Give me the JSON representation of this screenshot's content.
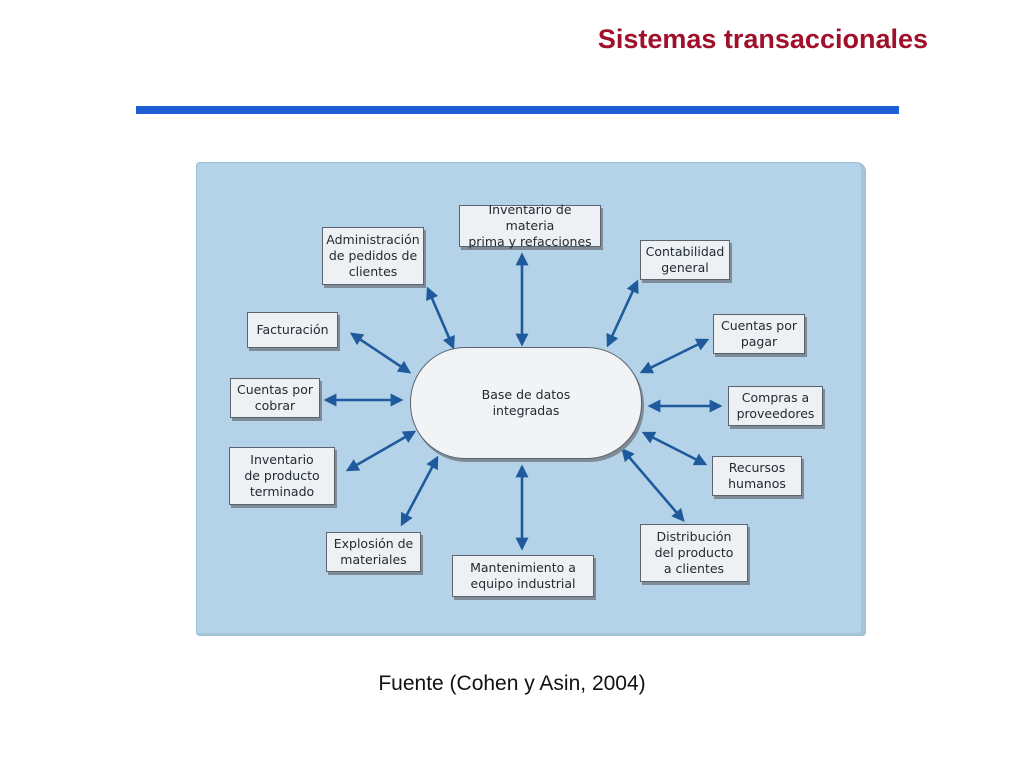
{
  "slide": {
    "title": "Sistemas transaccionales",
    "source": "Fuente (Cohen y Asin, 2004)",
    "title_color": "#a0102a",
    "rule_color": "#1f5fd6"
  },
  "diagram": {
    "background_color": "#b4d3e8",
    "arrow_color": "#1f5a9c",
    "center": {
      "label": "Base de datos\nintegradas"
    },
    "nodes": [
      {
        "id": "administracion-pedidos",
        "label": "Administración\nde pedidos de\nclientes"
      },
      {
        "id": "inventario-materia",
        "label": "Inventario de materia\nprima y refacciones"
      },
      {
        "id": "contabilidad",
        "label": "Contabilidad\ngeneral"
      },
      {
        "id": "facturacion",
        "label": "Facturación"
      },
      {
        "id": "cuentas-pagar",
        "label": "Cuentas por\npagar"
      },
      {
        "id": "cuentas-cobrar",
        "label": "Cuentas por\ncobrar"
      },
      {
        "id": "compras-proveedores",
        "label": "Compras a\nproveedores"
      },
      {
        "id": "inventario-producto",
        "label": "Inventario\nde producto\nterminado"
      },
      {
        "id": "recursos-humanos",
        "label": "Recursos\nhumanos"
      },
      {
        "id": "explosion-materiales",
        "label": "Explosión de\nmateriales"
      },
      {
        "id": "mantenimiento",
        "label": "Mantenimiento a\nequipo industrial"
      },
      {
        "id": "distribucion",
        "label": "Distribución\ndel producto\na clientes"
      }
    ]
  }
}
